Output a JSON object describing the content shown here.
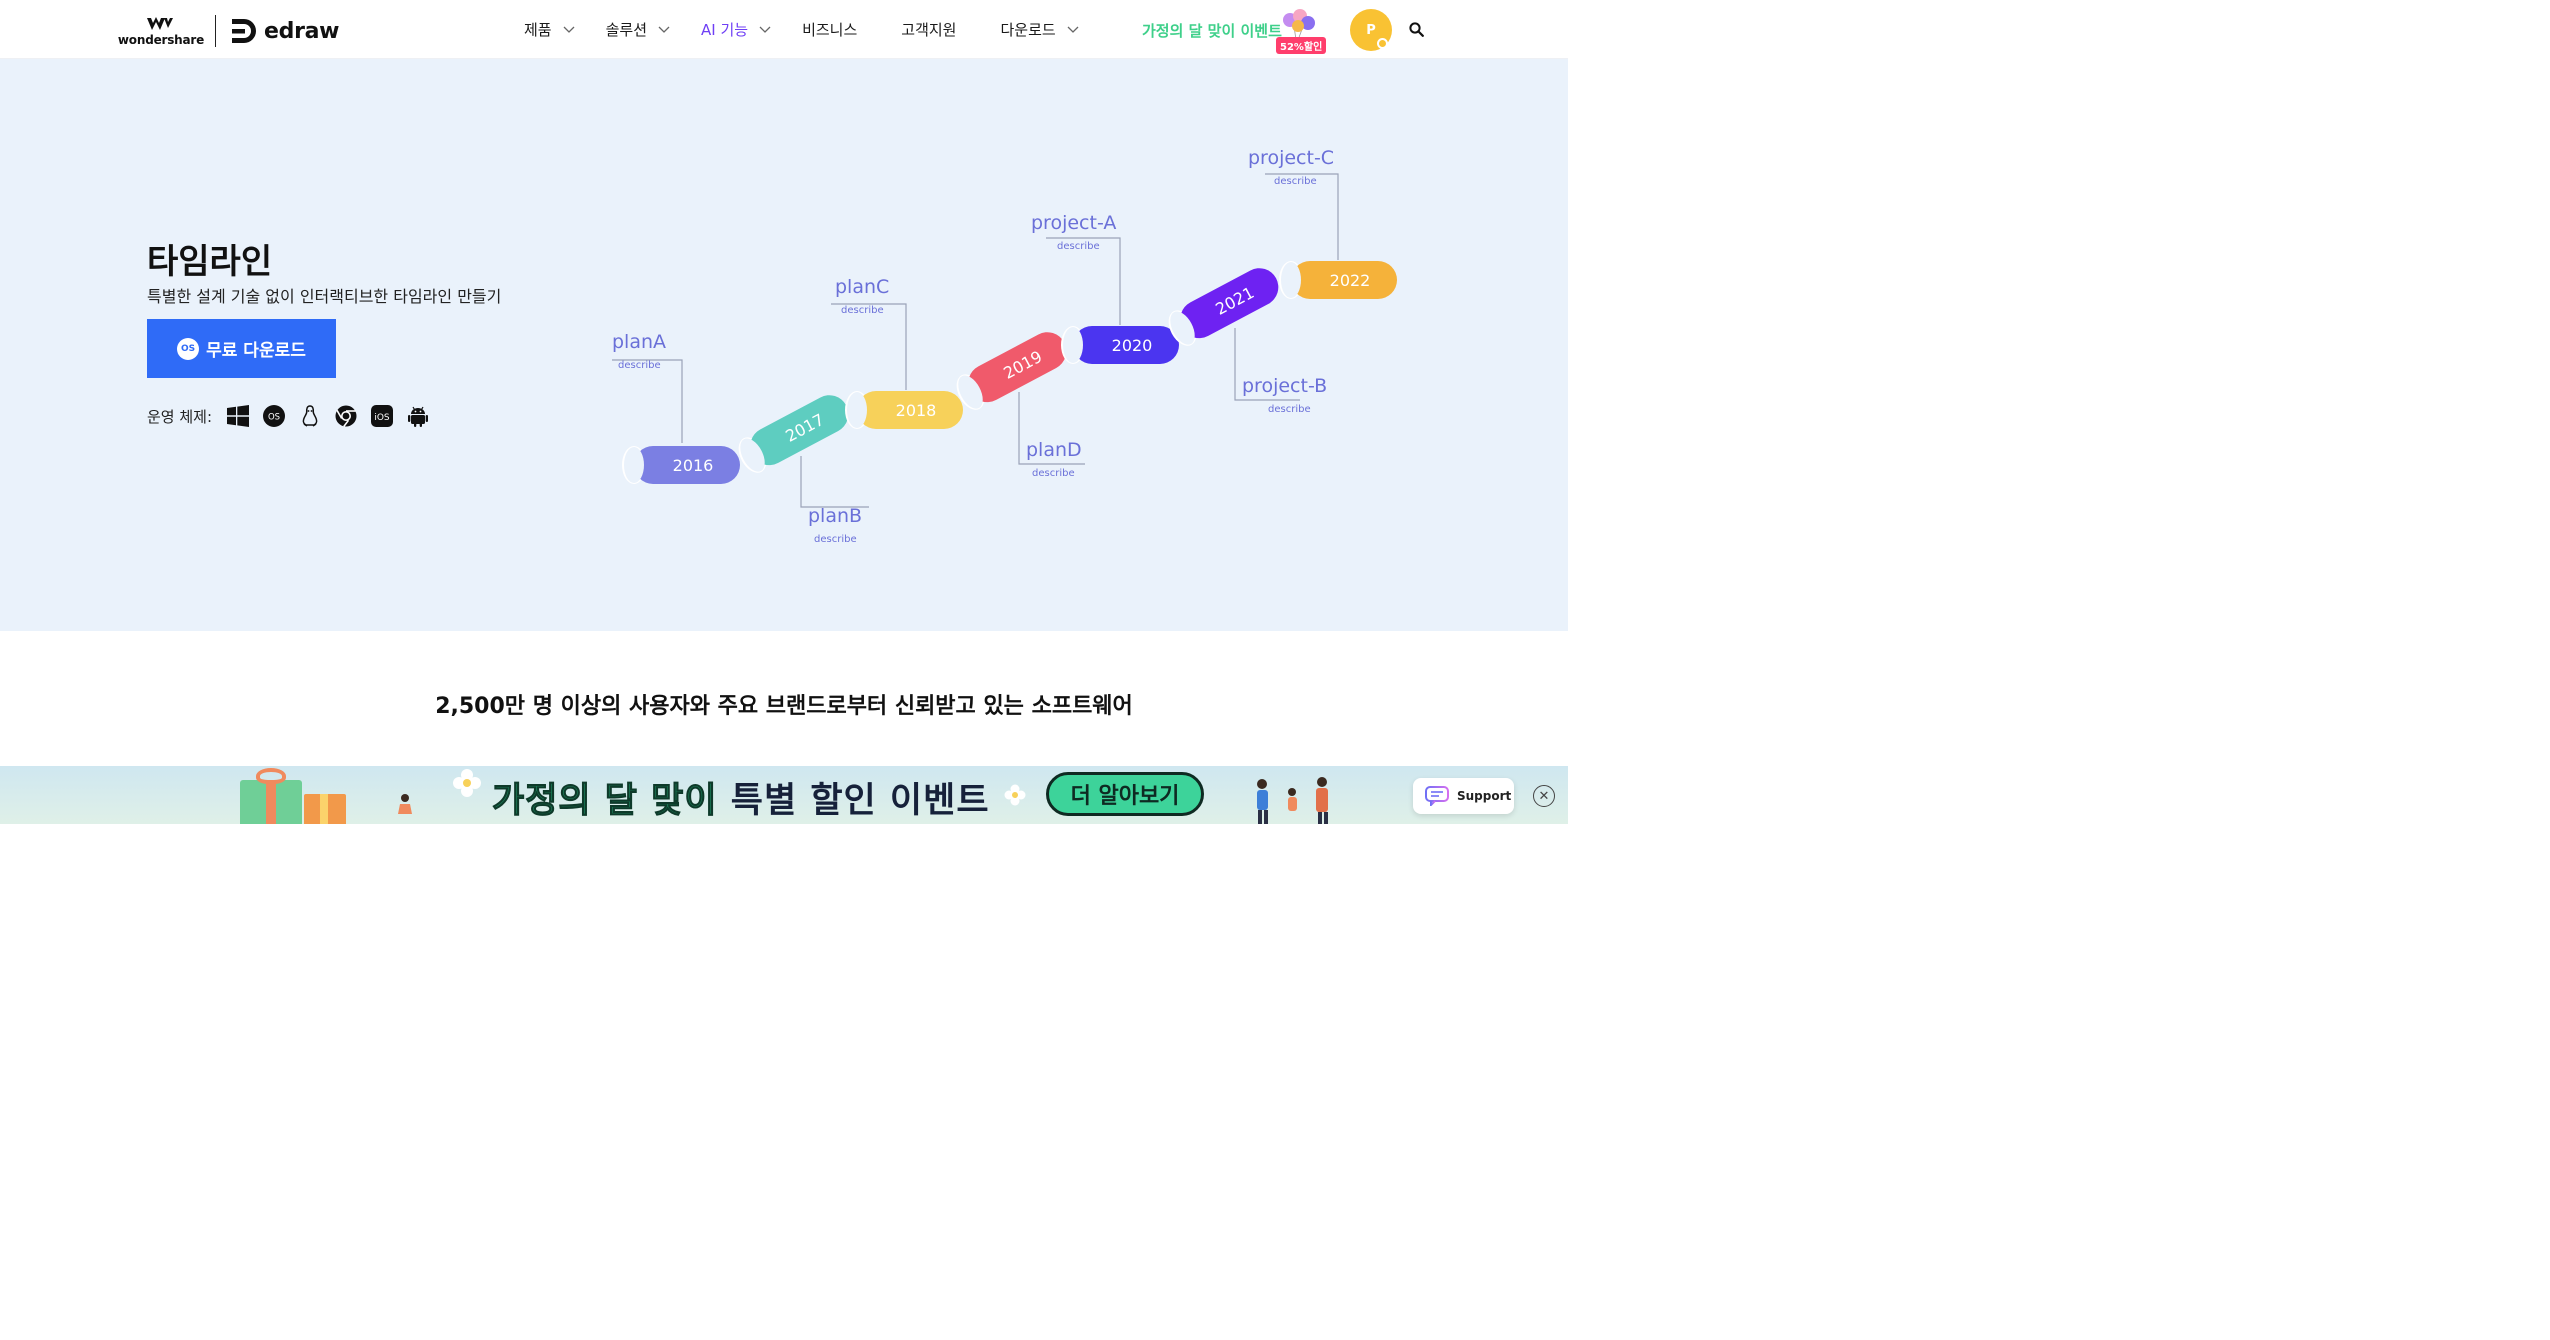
{
  "header": {
    "brand_wondershare": "wondershare",
    "brand_edraw": "edraw",
    "nav": [
      {
        "label": "제품",
        "has_dropdown": true
      },
      {
        "label": "솔루션",
        "has_dropdown": true
      },
      {
        "label": "AI 기능",
        "has_dropdown": true,
        "highlight": true
      },
      {
        "label": "비즈니스",
        "has_dropdown": false
      },
      {
        "label": "고객지원",
        "has_dropdown": false
      },
      {
        "label": "다운로드",
        "has_dropdown": true
      }
    ],
    "event_link": "가정의 달 맞이 이벤트",
    "sale_badge": "52%할인",
    "avatar_initial": "P",
    "colors": {
      "accent": "#2f6bf7",
      "event": "#3ed08a",
      "ai": "#6f3ff5",
      "avatar": "#f9c233"
    }
  },
  "hero": {
    "title": "타임라인",
    "subtitle": "특별한 설계 기술 없이 인터랙티브한 타임라인 만들기",
    "download_button": "무료 다운로드",
    "download_os_icon_text": "OS",
    "os_label": "운영 체제:",
    "os_icons": [
      "windows-icon",
      "macos-icon",
      "linux-icon",
      "chrome-icon",
      "ios-icon",
      "android-icon"
    ],
    "macos_icon_text": "OS",
    "ios_icon_text": "iOS"
  },
  "timeline": {
    "items": [
      {
        "year": "2016",
        "color": "#7b7fe3",
        "label": "planA",
        "desc": "describe"
      },
      {
        "year": "2017",
        "color": "#5ecdc0",
        "label": "planB",
        "desc": "describe"
      },
      {
        "year": "2018",
        "color": "#f7d15a",
        "label": "planC",
        "desc": "describe"
      },
      {
        "year": "2019",
        "color": "#f05a6b",
        "label": "planD",
        "desc": "describe"
      },
      {
        "year": "2020",
        "color": "#4b35f0",
        "label": "project-A",
        "desc": "describe"
      },
      {
        "year": "2021",
        "color": "#6e22f2",
        "label": "project-B",
        "desc": "describe"
      },
      {
        "year": "2022",
        "color": "#f5b23a",
        "label": "project-C",
        "desc": "describe"
      }
    ]
  },
  "trust": {
    "text": "2,500만 명 이상의 사용자와 주요 브랜드로부터 신뢰받고 있는 소프트웨어"
  },
  "banner": {
    "text_part1": "가정의 달 맞이",
    "text_part2": "특별 할인 이벤트",
    "cta": "더 알아보기"
  },
  "support": {
    "label": "Support"
  },
  "close_icon_glyph": "✕"
}
